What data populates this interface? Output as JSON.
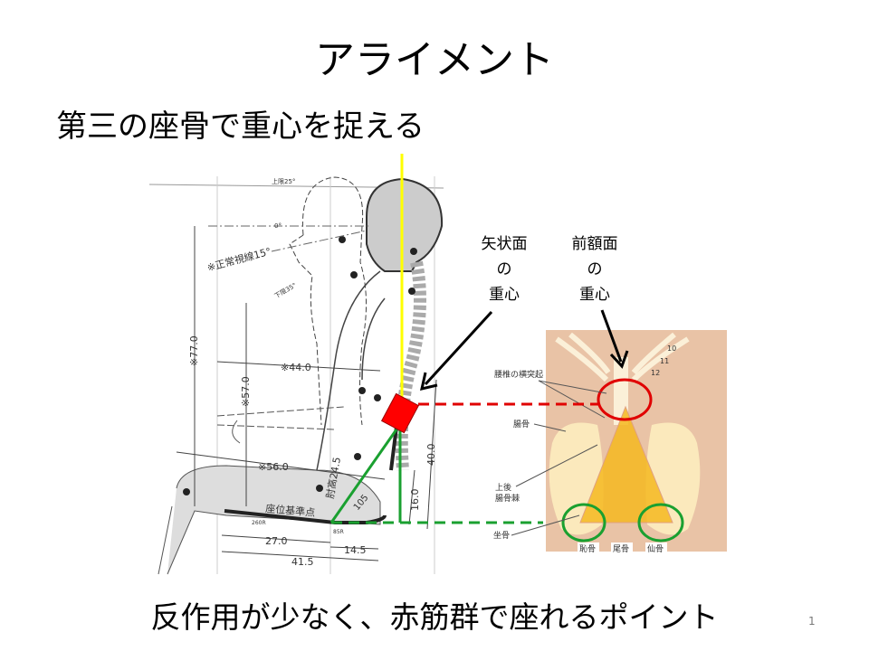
{
  "slide": {
    "title": "アライメント",
    "subtitle": "第三の座骨で重心を捉える",
    "footer": "反作用が少なく、赤筋群で座れるポイント",
    "page_number": "1"
  },
  "callouts": {
    "sagittal": [
      "矢状面",
      "の",
      "重心"
    ],
    "frontal": [
      "前額面",
      "の",
      "重心"
    ]
  },
  "seat_diagram": {
    "labels": {
      "upper_limit": "上限25°",
      "zero": "0°",
      "normal_gaze": "※正常視線15°",
      "lower_limit": "下限35°",
      "height_77": "※77.0",
      "reach_44": "※44.0",
      "height_57": "※57.0",
      "length_56": "※56.0",
      "elbow_height": "肘高24.5",
      "seat_ref": "座位基準点",
      "r260": "260R",
      "r85": "85R",
      "angle_105": "105",
      "d27": "27.0",
      "d14": "14.5",
      "d41": "41.5",
      "h40": "40.0",
      "h16": "16.0"
    }
  },
  "pelvis_diagram": {
    "labels": {
      "rib10": "10",
      "rib11": "11",
      "rib12": "12",
      "lumbar_process": "腰椎の横突起",
      "ilium": "腸骨",
      "psis": [
        "上後",
        "腸骨棘"
      ],
      "ischium": "坐骨",
      "pubis": "恥骨",
      "coccyx": "尾骨",
      "sacrum": "仙骨"
    }
  },
  "colors": {
    "gravity_line": "#ffff00",
    "center_marker": "#ff0000",
    "support_lines": "#00a030",
    "triangle": "#f5b820"
  }
}
